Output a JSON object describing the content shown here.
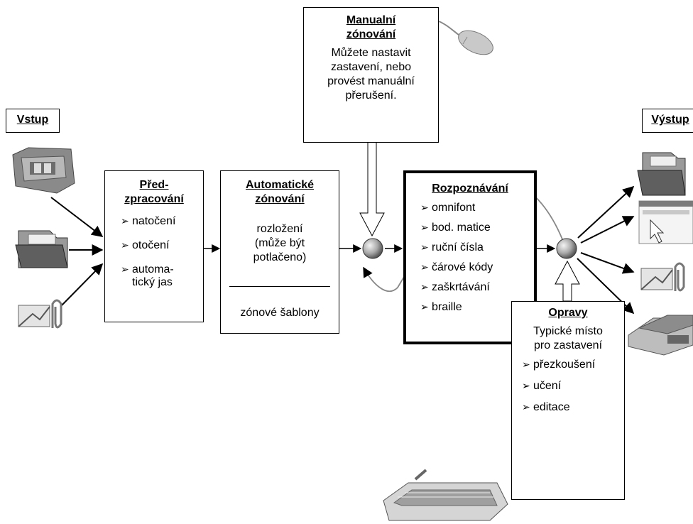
{
  "input": {
    "title": "Vstup"
  },
  "output": {
    "title": "Výstup"
  },
  "manual": {
    "title_line1": "Manualní",
    "title_line2": "zónování",
    "text": [
      "Můžete nastavit",
      "zastavení, nebo",
      "provést manuální",
      "přerušení."
    ]
  },
  "preprocess": {
    "title_line1": "Před-",
    "title_line2": "zpracování",
    "items": [
      "natočení",
      "otočení",
      "automa-|tický jas"
    ]
  },
  "autozone": {
    "title_line1": "Automatické",
    "title_line2": "zónování",
    "text": [
      "rozložení",
      "(může být",
      "potlačeno)"
    ],
    "footer": "zónové šablony"
  },
  "recognize": {
    "title": "Rozpoznávání",
    "items": [
      "omnifont",
      "bod. matice",
      "ruční čísla",
      "čárové kódy",
      "zaškrtávání",
      "braille"
    ]
  },
  "fixes": {
    "title": "Opravy",
    "text": [
      "Typické místo",
      "pro zastavení"
    ],
    "items": [
      "přezkoušení",
      "učení",
      "editace"
    ]
  },
  "bullet": "➢",
  "icons": [
    "scanner-icon",
    "folder-icon",
    "mail-attachment-icon",
    "mouse-icon",
    "keyboard-icon",
    "window-cursor-icon",
    "printer-icon"
  ]
}
